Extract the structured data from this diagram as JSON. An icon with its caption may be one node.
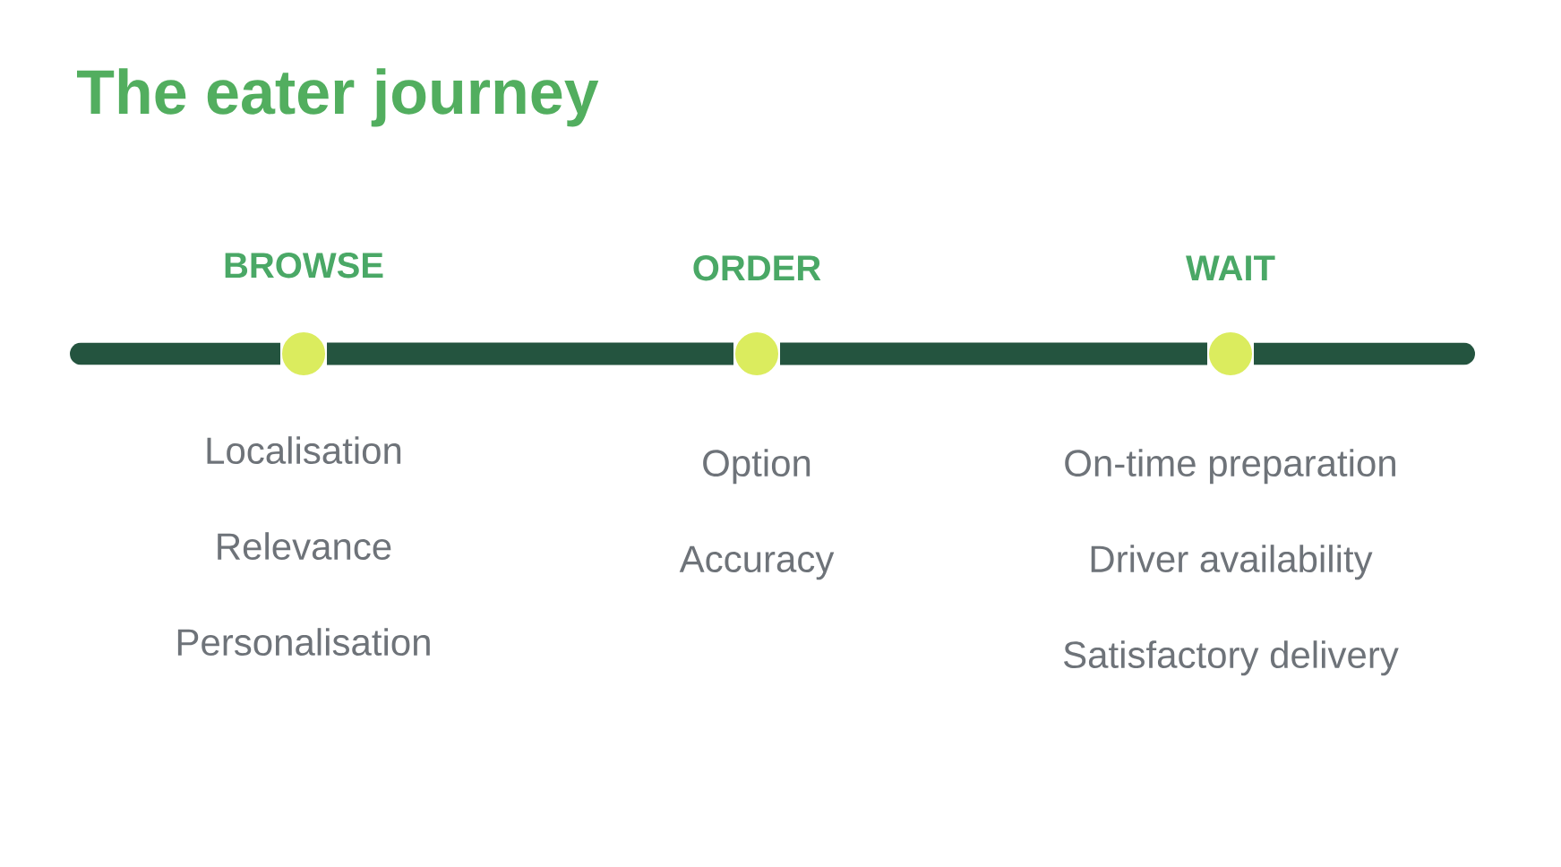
{
  "diagram": {
    "title": "The eater journey",
    "nodes": [
      {
        "text": [
          "BROWSE"
        ],
        "beside": [
          "Localisation",
          "Relevance",
          "Personalisation"
        ]
      },
      {
        "text": [
          "ORDER"
        ],
        "beside": [
          "Option",
          "Accuracy"
        ]
      },
      {
        "text": [
          "WAIT"
        ],
        "beside": [
          "On-time preparation",
          "Driver availability",
          "Satisfactory delivery"
        ]
      }
    ],
    "edges": [
      {
        "from": null,
        "to": 0,
        "arrow": "none"
      },
      {
        "from": 0,
        "to": 1,
        "arrow": "none"
      },
      {
        "from": 1,
        "to": 2,
        "arrow": "none"
      },
      {
        "from": 2,
        "to": null,
        "arrow": "none"
      }
    ]
  }
}
